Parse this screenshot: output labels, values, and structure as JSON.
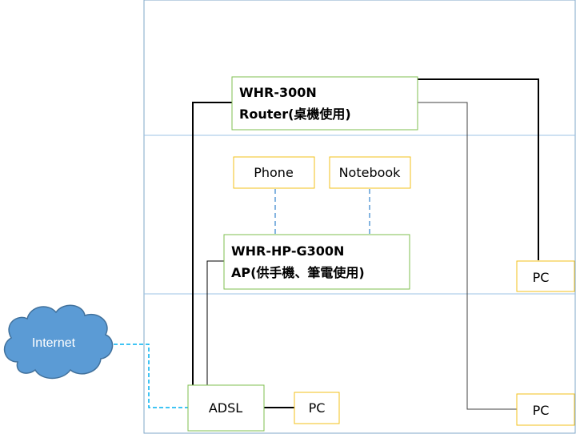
{
  "nodes": {
    "router": {
      "line1": "WHR-300N",
      "line2": "Router(桌機使用)"
    },
    "ap": {
      "line1": "WHR-HP-G300N",
      "line2": "AP(供手機、筆電使用)"
    },
    "phone": {
      "label": "Phone"
    },
    "notebook": {
      "label": "Notebook"
    },
    "internet": {
      "label": "Internet"
    },
    "adsl": {
      "label": "ADSL"
    },
    "pc_adsl": {
      "label": "PC"
    },
    "pc_right_top": {
      "label": "PC"
    },
    "pc_right_bottom": {
      "label": "PC"
    }
  },
  "colors": {
    "floor_border": "#7fa7c9",
    "router_border": "#7fbf4f",
    "device_border": "#f3c11b",
    "cloud_fill": "#5b9bd5",
    "cloud_stroke": "#41719c",
    "dashed_line": "#5b9bd5",
    "internet_link": "#00b0f0",
    "wire": "#000000",
    "wire_gray": "#404040"
  }
}
